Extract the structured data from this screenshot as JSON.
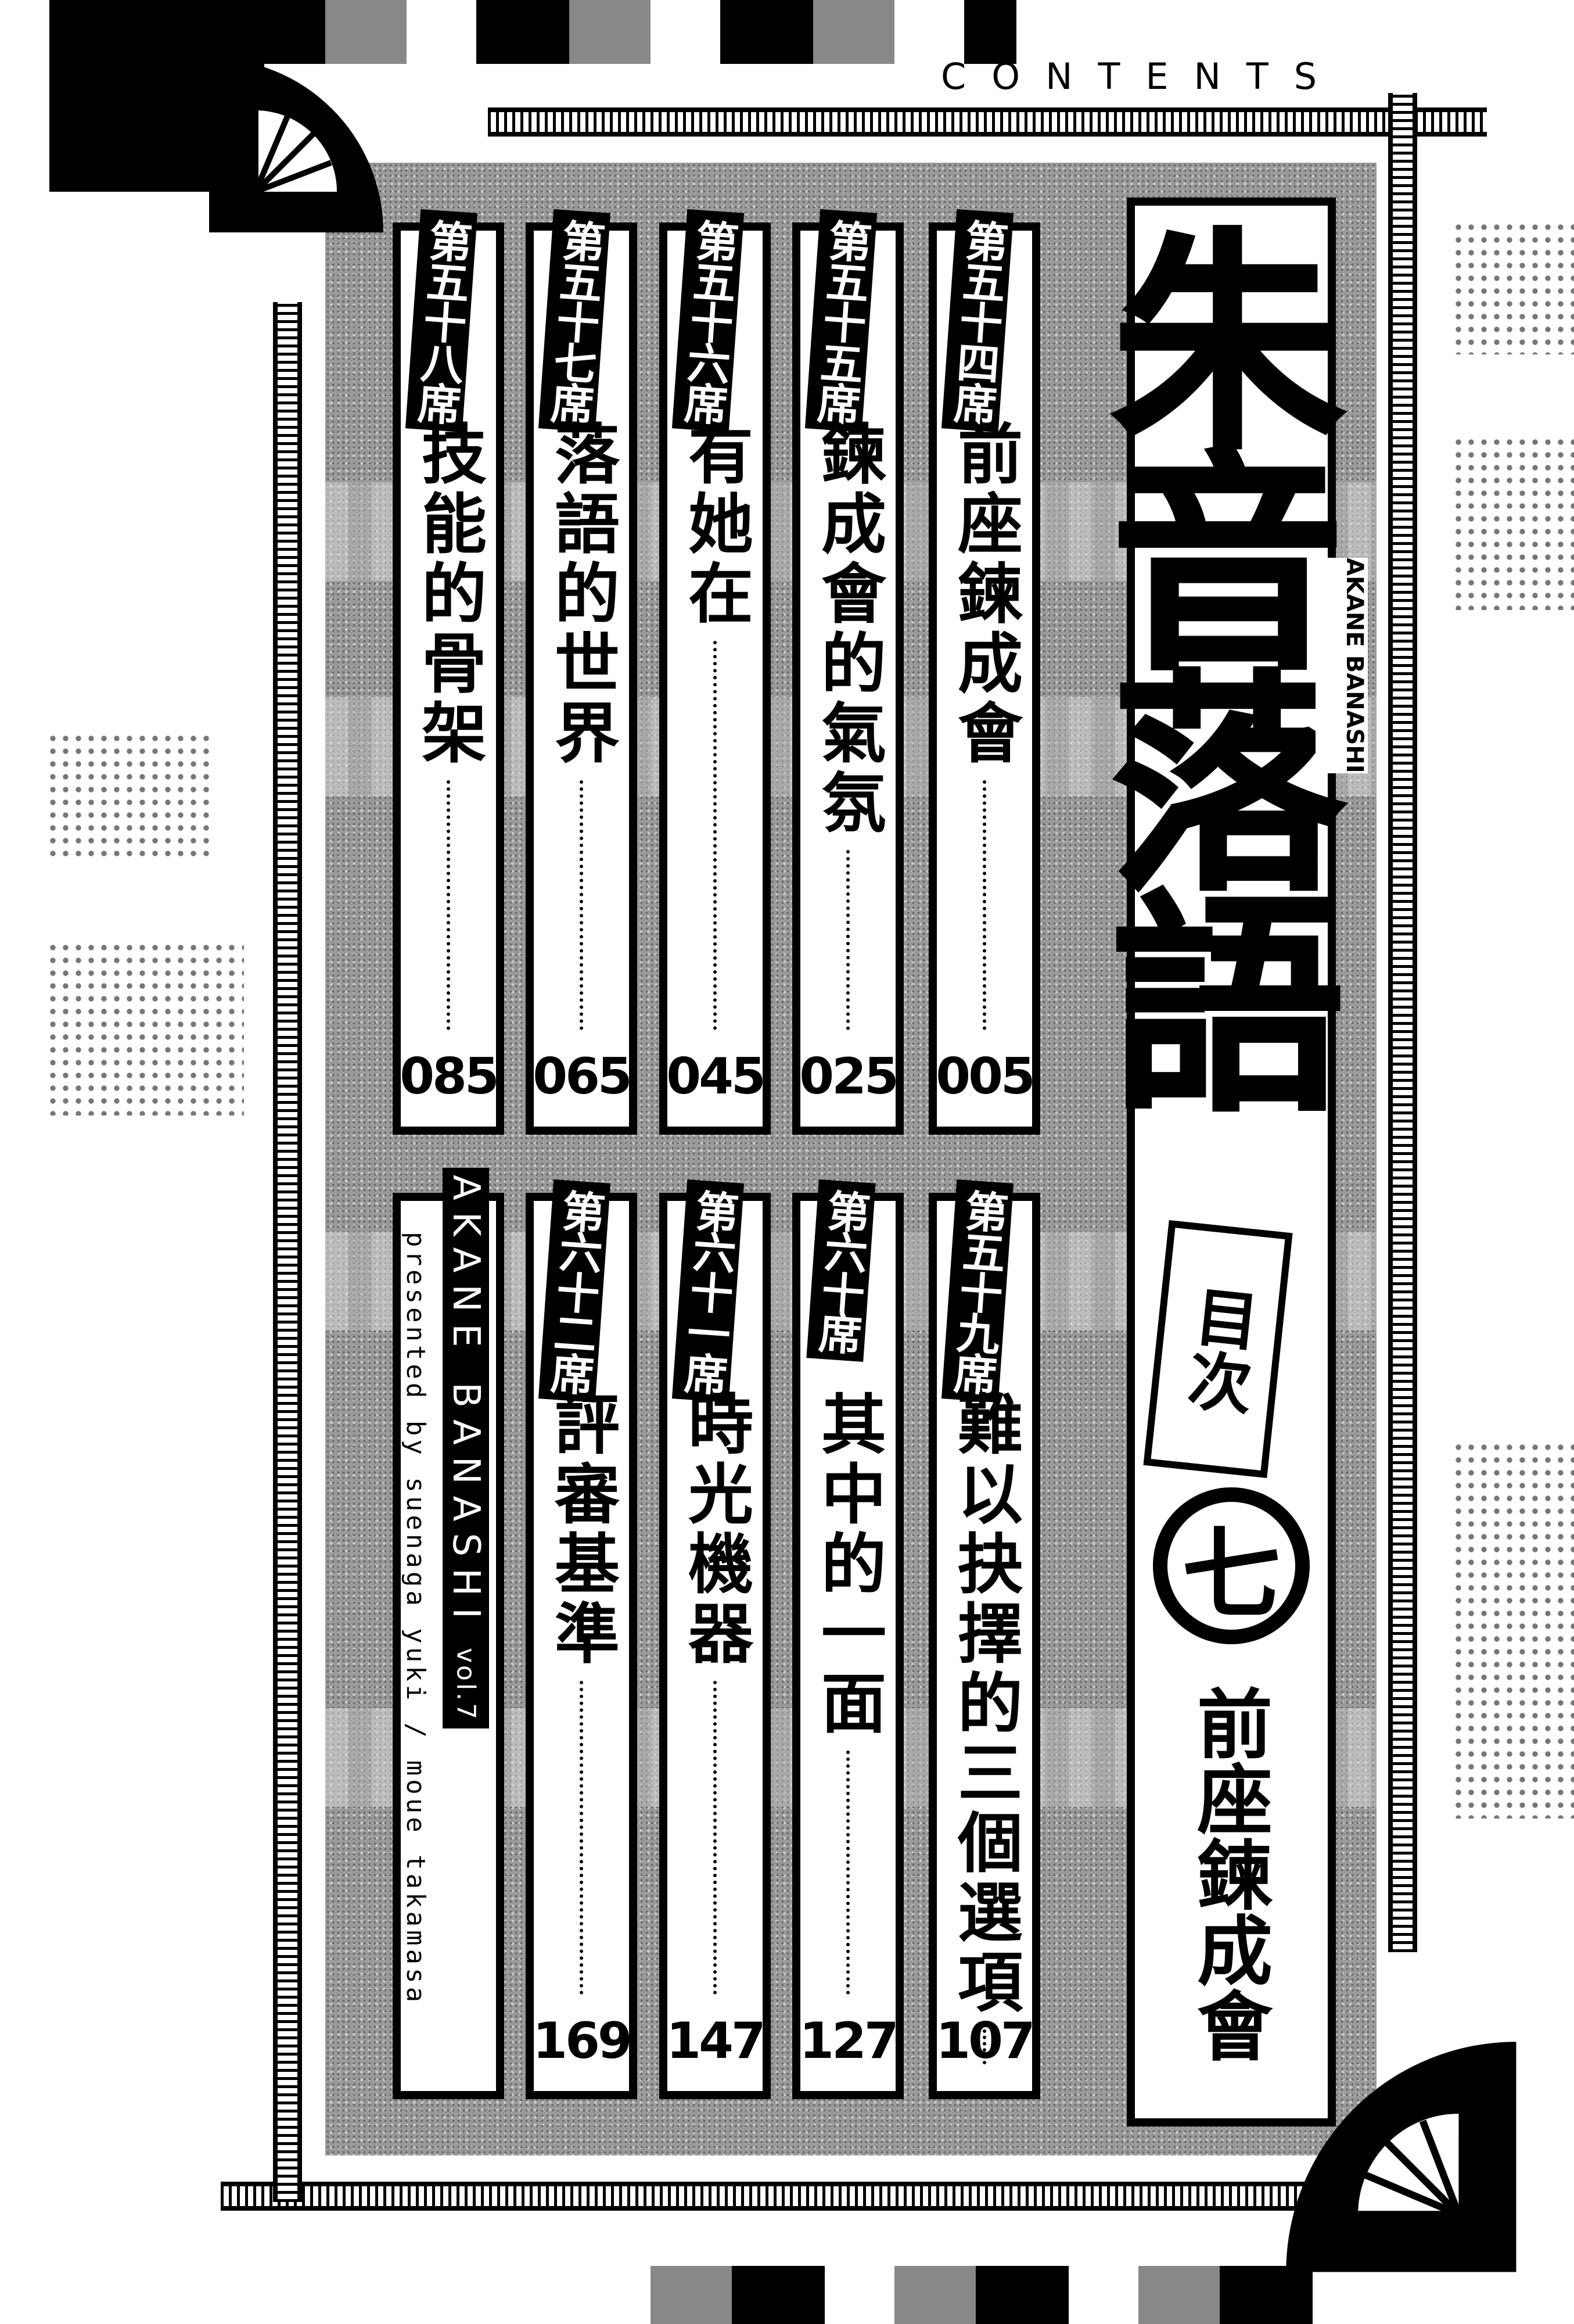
{
  "header": {
    "contents_label": "CONTENTS"
  },
  "title": {
    "main": "朱音落語",
    "romaji": "AKANE BANASHI",
    "toc_label": "目次",
    "volume_kanji": "七",
    "volume_subtitle": "前座鍊成會"
  },
  "credits": {
    "series": "AKANE BANASHI",
    "volume": "vol.7",
    "presented_by": "presented by suenaga yuki / moue takamasa"
  },
  "chapters_top": [
    {
      "number": "第五十四席",
      "title": "前座鍊成會",
      "page": "005"
    },
    {
      "number": "第五十五席",
      "title": "鍊成會的氣氛",
      "page": "025"
    },
    {
      "number": "第五十六席",
      "title": "有她在",
      "page": "045"
    },
    {
      "number": "第五十七席",
      "title": "落語的世界",
      "page": "065"
    },
    {
      "number": "第五十八席",
      "title": "技能的骨架",
      "page": "085"
    }
  ],
  "chapters_bottom": [
    {
      "number": "第五十九席",
      "title": "難以抉擇的三個選項",
      "page": "107"
    },
    {
      "number": "第六十席",
      "title": "其中的一面",
      "page": "127"
    },
    {
      "number": "第六十一席",
      "title": "時光機器",
      "page": "147"
    },
    {
      "number": "第六十二席",
      "title": "評審基準",
      "page": "169"
    }
  ],
  "colors": {
    "ink": "#000000",
    "paper": "#ffffff",
    "screen_tone": "#9a9a9a"
  },
  "icons": [
    "folding-fan-icon"
  ]
}
